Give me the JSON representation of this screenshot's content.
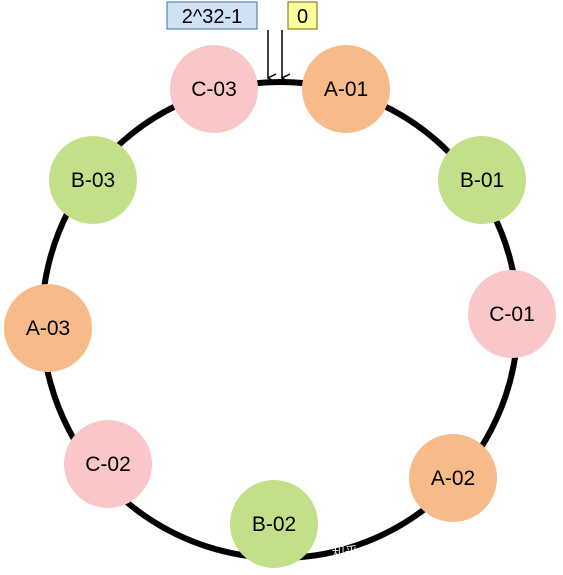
{
  "ring": {
    "color": "#000000"
  },
  "markers": {
    "max": {
      "label": "2^32-1",
      "fill": "#cfe2f3",
      "stroke": "#3d6fa5"
    },
    "zero": {
      "label": "0",
      "fill": "#ffff99",
      "stroke": "#6b6b00"
    }
  },
  "nodes": [
    {
      "id": "c-03",
      "label": "C-03",
      "color": "#f9c7c7"
    },
    {
      "id": "a-01",
      "label": "A-01",
      "color": "#f7bb8a"
    },
    {
      "id": "b-01",
      "label": "B-01",
      "color": "#c2e08a"
    },
    {
      "id": "c-01",
      "label": "C-01",
      "color": "#f9c7c7"
    },
    {
      "id": "a-02",
      "label": "A-02",
      "color": "#f7bb8a"
    },
    {
      "id": "b-02",
      "label": "B-02",
      "color": "#c2e08a"
    },
    {
      "id": "c-02",
      "label": "C-02",
      "color": "#f9c7c7"
    },
    {
      "id": "a-03",
      "label": "A-03",
      "color": "#f7bb8a"
    },
    {
      "id": "b-03",
      "label": "B-03",
      "color": "#c2e08a"
    }
  ],
  "watermark": {
    "text": "知乎 @山林路深  @稀土掘金技术社区"
  }
}
